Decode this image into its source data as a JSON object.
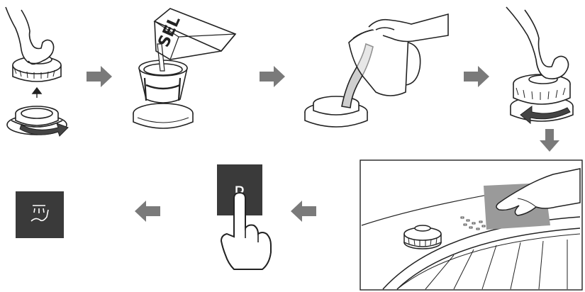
{
  "steps": [
    {
      "id": "unscrew-cap",
      "icon": "hand-unscrew-cap-icon"
    },
    {
      "id": "pour-salt",
      "icon": "salt-pack-pour-icon",
      "pack_label": "SEL"
    },
    {
      "id": "pour-water",
      "icon": "water-jug-pour-icon"
    },
    {
      "id": "screw-cap",
      "icon": "hand-screw-cap-icon"
    },
    {
      "id": "wipe-salt",
      "icon": "hand-wipe-cloth-icon"
    },
    {
      "id": "press-program",
      "icon": "program-button-press-icon",
      "button_label": "P"
    },
    {
      "id": "salt-indicator",
      "icon": "salt-indicator-icon"
    }
  ],
  "colors": {
    "arrow": "#7a7a7a",
    "line": "#222222",
    "panel": "#3a3a3a",
    "cloth": "#9a9a9a",
    "light_gray": "#cfcfcf"
  }
}
